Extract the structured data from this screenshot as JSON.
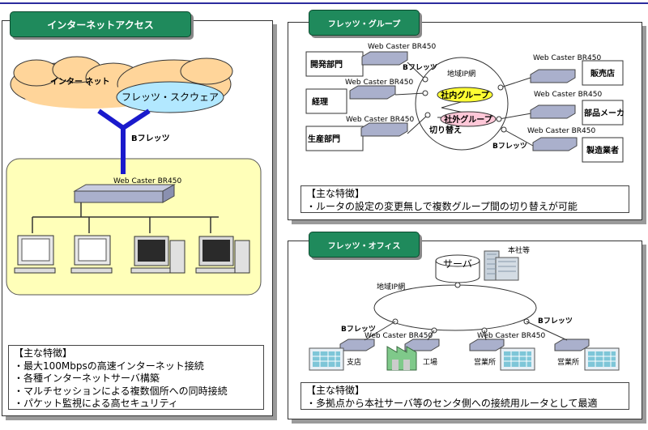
{
  "panels": {
    "internet": {
      "tab": "インターネットアクセス",
      "cloud_internet": "インター ネット",
      "cloud_flets": "フレッツ・スクウェア",
      "link_label": "Bフレッツ",
      "router_label": "Web Caster BR450",
      "features": [
        "【主な特徴】",
        "・最大100Mbpsの高速インターネット接続",
        "・各種インターネットサーバ構築",
        "・マルチセッションによる複数個所への同時接続",
        "・パケット監視による高セキュリティ"
      ]
    },
    "group": {
      "tab": "フレッツ・グループ",
      "router_label": "Web Caster BR450",
      "sites_left": [
        "開発部門",
        "経理",
        "生産部門"
      ],
      "sites_right": [
        "販売店",
        "部品メーカ",
        "製造業者"
      ],
      "network": "地域IP網",
      "bflets": "Bフレッツ",
      "group_inside": "社内グループ",
      "group_outside": "社外グループ",
      "switch": "切り替え",
      "features": [
        "【主な特徴】",
        "・ルータの設定の変更無しで複数グループ間の切り替えが可能"
      ]
    },
    "office": {
      "tab": "フレッツ・オフィス",
      "server": "サーバ",
      "hq": "本社等",
      "network": "地域IP網",
      "bflets": "Bフレッツ",
      "router_label": "Web Caster BR450",
      "branches": [
        "支店",
        "工場",
        "営業所",
        "営業所"
      ],
      "features": [
        "【主な特徴】",
        "・多拠点から本社サーバ等のセンタ側への接続用ルータとして最適"
      ]
    }
  }
}
